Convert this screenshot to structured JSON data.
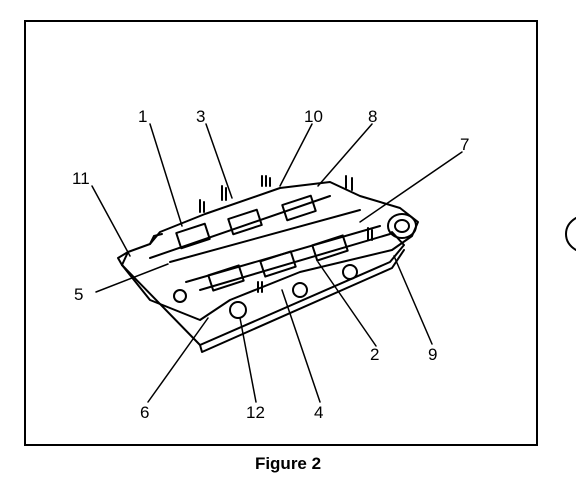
{
  "figure": {
    "caption": "Figure 2",
    "callouts": {
      "c1": "1",
      "c2": "2",
      "c3": "3",
      "c4": "4",
      "c5": "5",
      "c6": "6",
      "c7": "7",
      "c8": "8",
      "c9": "9",
      "c10": "10",
      "c11": "11",
      "c12": "12"
    },
    "subject": "intake-manifold-drawing"
  },
  "colors": {
    "line": "#000000",
    "background": "#ffffff"
  }
}
